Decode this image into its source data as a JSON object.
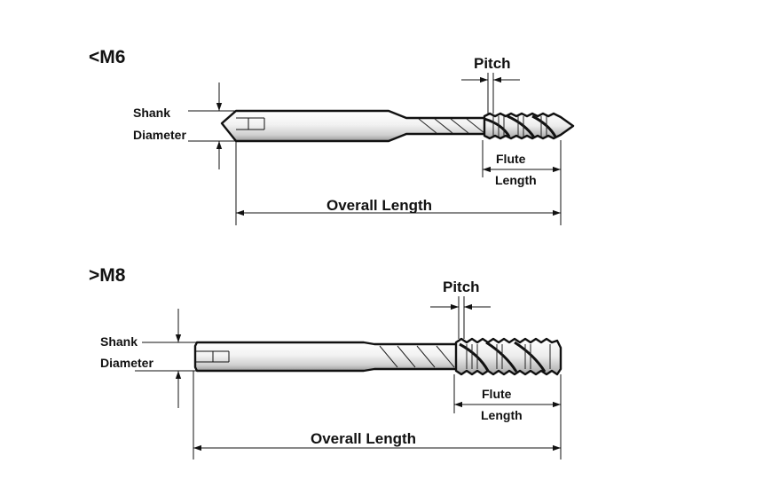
{
  "diagrams": [
    {
      "title": "<M6",
      "labels": {
        "pitch": "Pitch",
        "shank_line1": "Shank",
        "shank_line2": "Diameter",
        "flute_line1": "Flute",
        "flute_line2": "Length",
        "overall": "Overall Length"
      }
    },
    {
      "title": ">M8",
      "labels": {
        "pitch": "Pitch",
        "shank_line1": "Shank",
        "shank_line2": "Diameter",
        "flute_line1": "Flute",
        "flute_line2": "Length",
        "overall": "Overall Length"
      }
    }
  ],
  "colors": {
    "line": "#111111",
    "background": "#ffffff"
  }
}
